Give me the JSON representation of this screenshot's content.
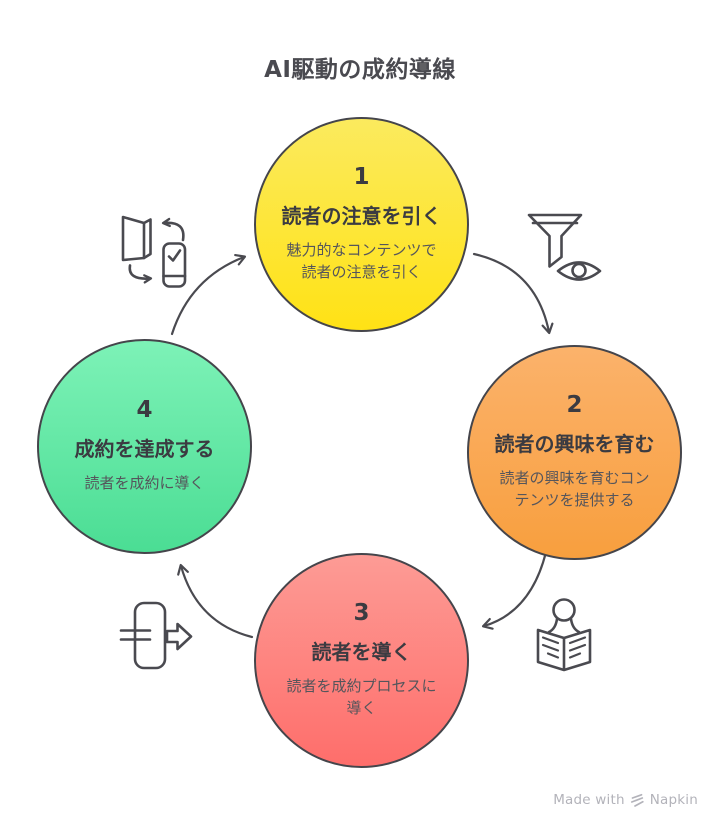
{
  "title": "AI駆動の成約導線",
  "steps": [
    {
      "number": "1",
      "title": "読者の注意を引く",
      "description": "魅力的なコンテンツで読者の注意を引く",
      "color_top": "#FBEA5E",
      "color_bottom": "#FFE215",
      "icon": "door-phone-sync-icon"
    },
    {
      "number": "2",
      "title": "読者の興味を育む",
      "description": "読者の興味を育むコンテンツを提供する",
      "color_top": "#FBB26B",
      "color_bottom": "#F89F3E",
      "icon": "funnel-eye-icon"
    },
    {
      "number": "3",
      "title": "読者を導く",
      "description": "読者を成約プロセスに導く",
      "color_top": "#FD9B95",
      "color_bottom": "#FE6E6B",
      "icon": "person-reading-icon"
    },
    {
      "number": "4",
      "title": "成約を達成する",
      "description": "読者を成約に導く",
      "color_top": "#7DF2B7",
      "color_bottom": "#4BDD94",
      "icon": "door-enter-arrow-icon"
    }
  ],
  "transitions": [
    {
      "from": "1",
      "to": "2",
      "icon": "funnel-eye-icon"
    },
    {
      "from": "2",
      "to": "3",
      "icon": "person-reading-icon"
    },
    {
      "from": "3",
      "to": "4",
      "icon": "door-enter-arrow-icon"
    },
    {
      "from": "4",
      "to": "1",
      "icon": "door-phone-sync-icon"
    }
  ],
  "colors": {
    "background": "#FFFFFF",
    "circle_outline": "#45454B",
    "icon_stroke": "#4A4A50",
    "arrow_stroke": "#4A4A50",
    "heading_text": "#4A4A50",
    "number_text": "#3B3B41",
    "subtitle_text": "#55555B",
    "watermark_text": "#B3B3BA"
  },
  "watermark": {
    "text": "Made with",
    "brand": "Napkin"
  }
}
